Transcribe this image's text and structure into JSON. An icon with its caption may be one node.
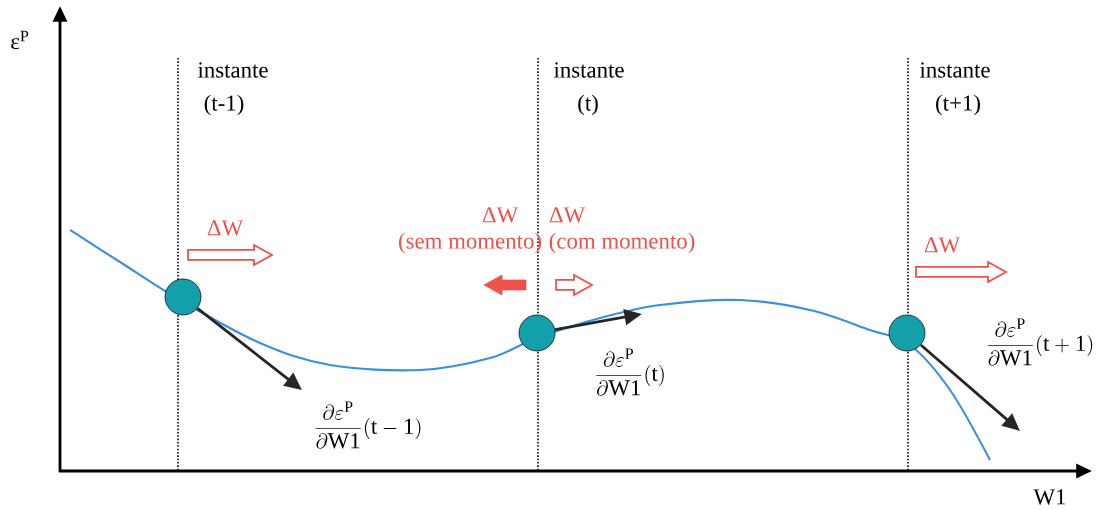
{
  "diagram": {
    "nodes": [
      {
        "text": [],
        "shape": "circle"
      },
      {
        "text": [],
        "shape": "circle"
      },
      {
        "text": [],
        "shape": "circle"
      }
    ],
    "edges": [
      {
        "from": 0,
        "to": null,
        "arrow": "to"
      },
      {
        "from": 1,
        "to": null,
        "arrow": "to"
      },
      {
        "from": 2,
        "to": null,
        "arrow": "to"
      }
    ],
    "labels": [
      "ε$^{P}$",
      "instante",
      "instante",
      "instante",
      "(t-1)",
      "(t)",
      "(t+1)",
      "ΔW",
      "ΔW",
      "ΔW",
      "(sem momento)",
      "(com momento)",
      "ΔW",
      "\\frac{\\partial\\mathrm{\\varepsilon}^{\\mathrm{P}}}{\\partial \\mathrm{W1}}\\mathrm{(t+1)}",
      "\\frac{\\partial\\mathrm{\\varepsilon}^{\\mathrm{P}}}{\\partial \\mathrm{W1}}\\mathrm{(t)}",
      "\\frac{\\partial\\mathrm{\\varepsilon}^{\\mathrm{P}}}{\\partial \\mathrm{W1}}\\mathrm{(t-1)}",
      "W1"
    ]
  }
}
